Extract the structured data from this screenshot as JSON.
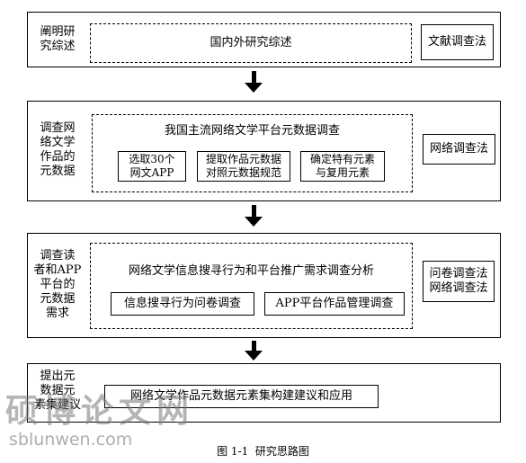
{
  "stage1": {
    "label": "阐明研\n究综述",
    "dashed_text": "国内外研究综述",
    "method": "文献调查法"
  },
  "stage2": {
    "label": "调查网\n络文学\n作品的\n元数据",
    "dashed_title": "我国主流网络文学平台元数据调查",
    "sub_boxes": [
      "选取30个\n网文APP",
      "提取作品元数据\n对照元数据规范",
      "确定特有元素\n与复用元素"
    ],
    "method": "网络调查法"
  },
  "stage3": {
    "label": "调查读\n者和APP\n平台的\n元数据\n需求",
    "dashed_title": "网络文学信息搜寻行为和平台推广需求调查分析",
    "sub_boxes": [
      "信息搜寻行为问卷调查",
      "APP平台作品管理调查"
    ],
    "method": "问卷调查法\n网络调查法"
  },
  "stage4": {
    "label": "提出元\n数据元\n素集建议",
    "box_text": "网络文学作品元数据元素集构建建议和应用"
  },
  "watermark": {
    "cn": "硕博论文网",
    "en": "sblunwen.com"
  },
  "caption": "图 1-1  研究思路图"
}
